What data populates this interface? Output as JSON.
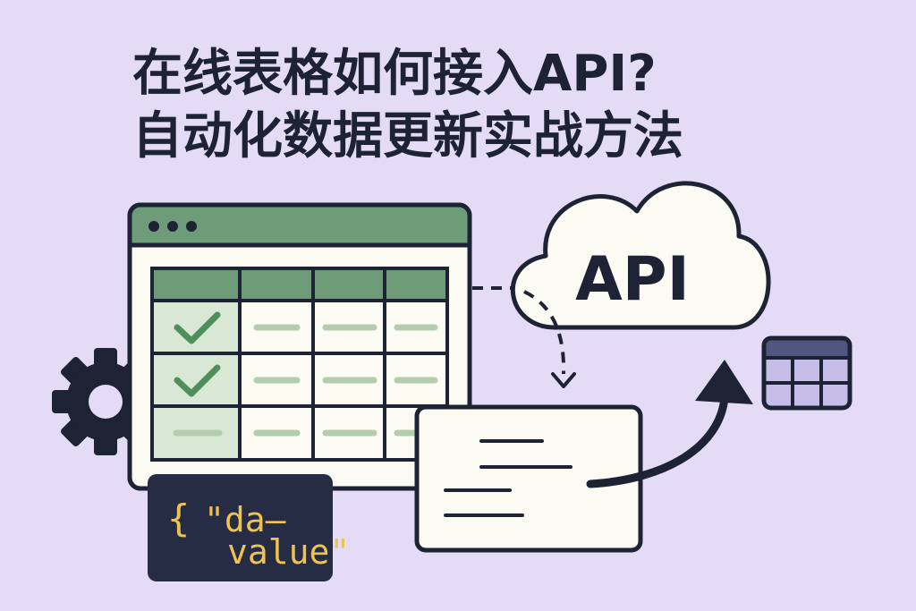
{
  "header": {
    "title_line_1": "在线表格如何接入API?",
    "title_line_2": "自动化数据更新实战方法"
  },
  "cloud": {
    "label": "API"
  },
  "code_card": {
    "brace": "{",
    "line_1": "\"da—",
    "line_2": "value\""
  },
  "colors": {
    "background": "#e4dcf6",
    "ink": "#1e2235",
    "sheet_header": "#6e9b78",
    "sheet_body": "#fbfaf3",
    "sheet_selected": "#d9e8d5",
    "check": "#4f8f5c",
    "placeholder_line": "#b4cdae",
    "code_bg": "#262c44",
    "code_text": "#f0c24e",
    "mini_table_header": "#4f5680",
    "mini_table_cells": "#c6bde9"
  },
  "icons": [
    "gear-icon",
    "checkmark-icon",
    "cloud-icon",
    "dashed-arrow-icon",
    "curved-arrow-icon",
    "table-icon"
  ]
}
